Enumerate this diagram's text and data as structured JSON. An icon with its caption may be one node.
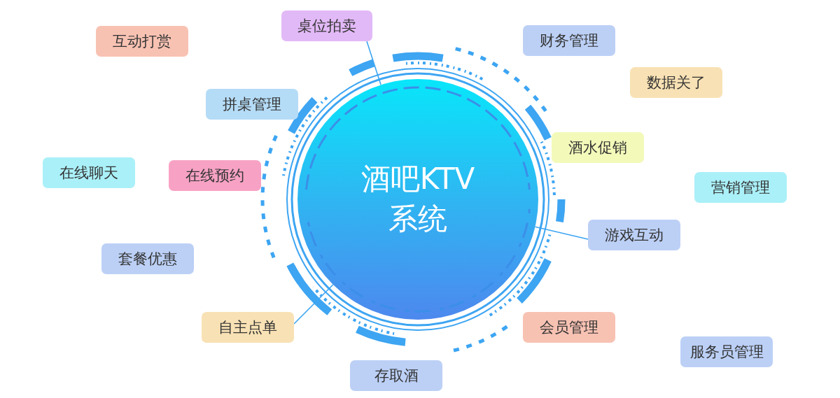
{
  "diagram": {
    "nodes": [
      {
        "text": [
          "酒吧KTV系统"
        ]
      },
      {
        "text": [
          "桌位拍卖"
        ]
      },
      {
        "text": [
          "财务管理"
        ]
      },
      {
        "text": [
          "互动打赏"
        ]
      },
      {
        "text": [
          "数据关了"
        ]
      },
      {
        "text": [
          "拼桌管理"
        ]
      },
      {
        "text": [
          "酒水促销"
        ]
      },
      {
        "text": [
          "在线聊天"
        ]
      },
      {
        "text": [
          "在线预约"
        ]
      },
      {
        "text": [
          "营销管理"
        ]
      },
      {
        "text": [
          "游戏互动"
        ]
      },
      {
        "text": [
          "套餐优惠"
        ]
      },
      {
        "text": [
          "自主点单"
        ]
      },
      {
        "text": [
          "会员管理"
        ]
      },
      {
        "text": [
          "服务员管理"
        ]
      },
      {
        "text": [
          "存取酒"
        ]
      }
    ],
    "edges": [
      {
        "from": 1,
        "to": 0,
        "arrow": "none"
      },
      {
        "from": 10,
        "to": 0,
        "arrow": "none"
      },
      {
        "from": 12,
        "to": 0,
        "arrow": "none"
      }
    ]
  }
}
